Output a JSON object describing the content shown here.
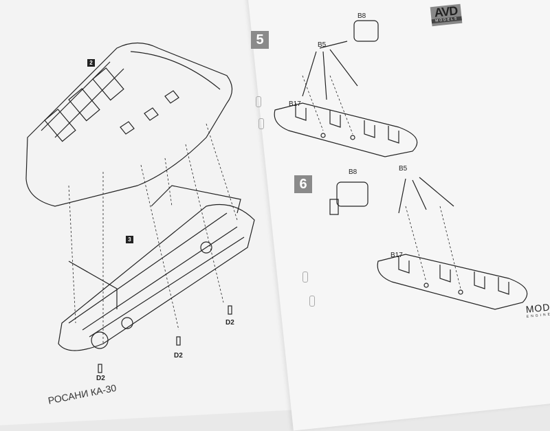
{
  "logo": {
    "brand": "AVD",
    "sub": "MODELS"
  },
  "left_page": {
    "steps": [
      "2",
      "3"
    ],
    "parts": [
      "D2",
      "D2",
      "D2"
    ],
    "footer_title": "РОСАНИ КА-30"
  },
  "right_page": {
    "steps": [
      "5",
      "6"
    ],
    "step5_parts": [
      "B8",
      "B5",
      "B17"
    ],
    "step6_parts": [
      "B8",
      "B5",
      "B17"
    ],
    "footer_brand": "MODI",
    "footer_sub": "ENGINE"
  }
}
